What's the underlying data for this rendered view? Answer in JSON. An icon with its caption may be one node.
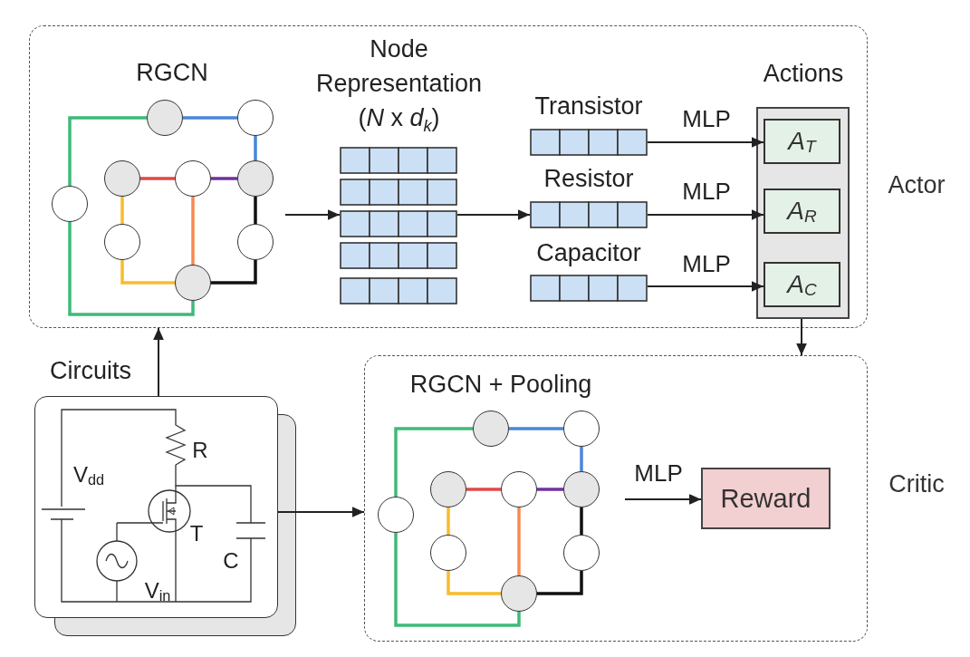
{
  "diagram": {
    "nodes": [
      {
        "text": [
          "Actor"
        ]
      },
      {
        "text": [],
        "shape": "circle",
        "in": 0
      },
      {
        "text": [],
        "shape": "circle",
        "in": 0
      },
      {
        "text": [],
        "shape": "circle",
        "in": 0
      },
      {
        "text": [],
        "shape": "circle",
        "in": 0
      },
      {
        "text": [],
        "shape": "circle",
        "in": 0
      },
      {
        "text": [],
        "shape": "circle",
        "in": 0
      },
      {
        "text": [],
        "shape": "circle",
        "in": 0
      },
      {
        "text": [],
        "shape": "circle",
        "in": 0
      },
      {
        "text": [],
        "shape": "circle",
        "in": 0
      },
      {
        "text": [
          "Node Representation (*N* x *d*$_{k}$)"
        ],
        "in": 0
      },
      {
        "text": [
          "Transistor"
        ],
        "in": 0
      },
      {
        "text": [
          "Resistor"
        ],
        "in": 0
      },
      {
        "text": [
          "Capacitor"
        ],
        "in": 0
      },
      {
        "text": [
          "Actions"
        ],
        "in": 0
      },
      {
        "text": [
          "A$_{T}$"
        ],
        "in": 14
      },
      {
        "text": [
          "A$_{R}$"
        ],
        "in": 14
      },
      {
        "text": [
          "A$_{C}$"
        ],
        "in": 14
      },
      {
        "text": [
          "Circuits"
        ]
      },
      {
        "text": [
          "Critic"
        ]
      },
      {
        "text": [],
        "shape": "circle",
        "in": 19
      },
      {
        "text": [],
        "shape": "circle",
        "in": 19
      },
      {
        "text": [],
        "shape": "circle",
        "in": 19
      },
      {
        "text": [],
        "shape": "circle",
        "in": 19
      },
      {
        "text": [],
        "shape": "circle",
        "in": 19
      },
      {
        "text": [],
        "shape": "circle",
        "in": 19
      },
      {
        "text": [],
        "shape": "circle",
        "in": 19
      },
      {
        "text": [],
        "shape": "circle",
        "in": 19
      },
      {
        "text": [],
        "shape": "circle",
        "in": 19
      },
      {
        "text": [
          "Reward"
        ],
        "in": 19
      }
    ],
    "edges": [
      {
        "from": 1,
        "to": 2,
        "arrow": "none",
        "color": "#4a86d8"
      },
      {
        "from": 2,
        "to": 5,
        "arrow": "none",
        "color": "#4a86d8"
      },
      {
        "from": 6,
        "to": 1,
        "arrow": "none",
        "color": "#3dba78"
      },
      {
        "from": 6,
        "to": 9,
        "arrow": "none",
        "color": "#3dba78"
      },
      {
        "from": 3,
        "to": 4,
        "arrow": "none",
        "color": "#e04848"
      },
      {
        "from": 4,
        "to": 5,
        "arrow": "none",
        "color": "#7030a0"
      },
      {
        "from": 3,
        "to": 7,
        "arrow": "none",
        "color": "#f9bc2c"
      },
      {
        "from": 7,
        "to": 9,
        "arrow": "none",
        "color": "#f9bc2c"
      },
      {
        "from": 4,
        "to": 9,
        "arrow": "none",
        "color": "#f58a52"
      },
      {
        "from": 5,
        "to": 8,
        "arrow": "none",
        "color": "#111111"
      },
      {
        "from": 8,
        "to": 9,
        "arrow": "none",
        "color": "#111111"
      },
      {
        "from": null,
        "to": 10,
        "arrow": "to"
      },
      {
        "from": 10,
        "to": 12,
        "arrow": "to"
      },
      {
        "from": 11,
        "to": 15,
        "arrow": "to",
        "label": "MLP"
      },
      {
        "from": 12,
        "to": 16,
        "arrow": "to",
        "label": "MLP"
      },
      {
        "from": 13,
        "to": 17,
        "arrow": "to",
        "label": "MLP"
      },
      {
        "from": 14,
        "to": 19,
        "arrow": "to"
      },
      {
        "from": 18,
        "to": 0,
        "arrow": "to"
      },
      {
        "from": 18,
        "to": 19,
        "arrow": "to"
      },
      {
        "from": 20,
        "to": 21,
        "arrow": "none",
        "color": "#4a86d8"
      },
      {
        "from": 21,
        "to": 24,
        "arrow": "none",
        "color": "#4a86d8"
      },
      {
        "from": 25,
        "to": 20,
        "arrow": "none",
        "color": "#3dba78"
      },
      {
        "from": 25,
        "to": 28,
        "arrow": "none",
        "color": "#3dba78"
      },
      {
        "from": 22,
        "to": 23,
        "arrow": "none",
        "color": "#e04848"
      },
      {
        "from": 23,
        "to": 24,
        "arrow": "none",
        "color": "#7030a0"
      },
      {
        "from": 22,
        "to": 26,
        "arrow": "none",
        "color": "#f9bc2c"
      },
      {
        "from": 26,
        "to": 28,
        "arrow": "none",
        "color": "#f9bc2c"
      },
      {
        "from": 23,
        "to": 28,
        "arrow": "none",
        "color": "#f58a52"
      },
      {
        "from": 24,
        "to": 27,
        "arrow": "none",
        "color": "#111111"
      },
      {
        "from": 27,
        "to": 28,
        "arrow": "none",
        "color": "#111111"
      },
      {
        "from": null,
        "to": 29,
        "arrow": "to",
        "label": "MLP"
      }
    ],
    "labels": [
      "RGCN",
      "RGCN + Pooling",
      "R",
      "V$_{dd}$",
      "T",
      "C",
      "V$_{in}$"
    ]
  }
}
